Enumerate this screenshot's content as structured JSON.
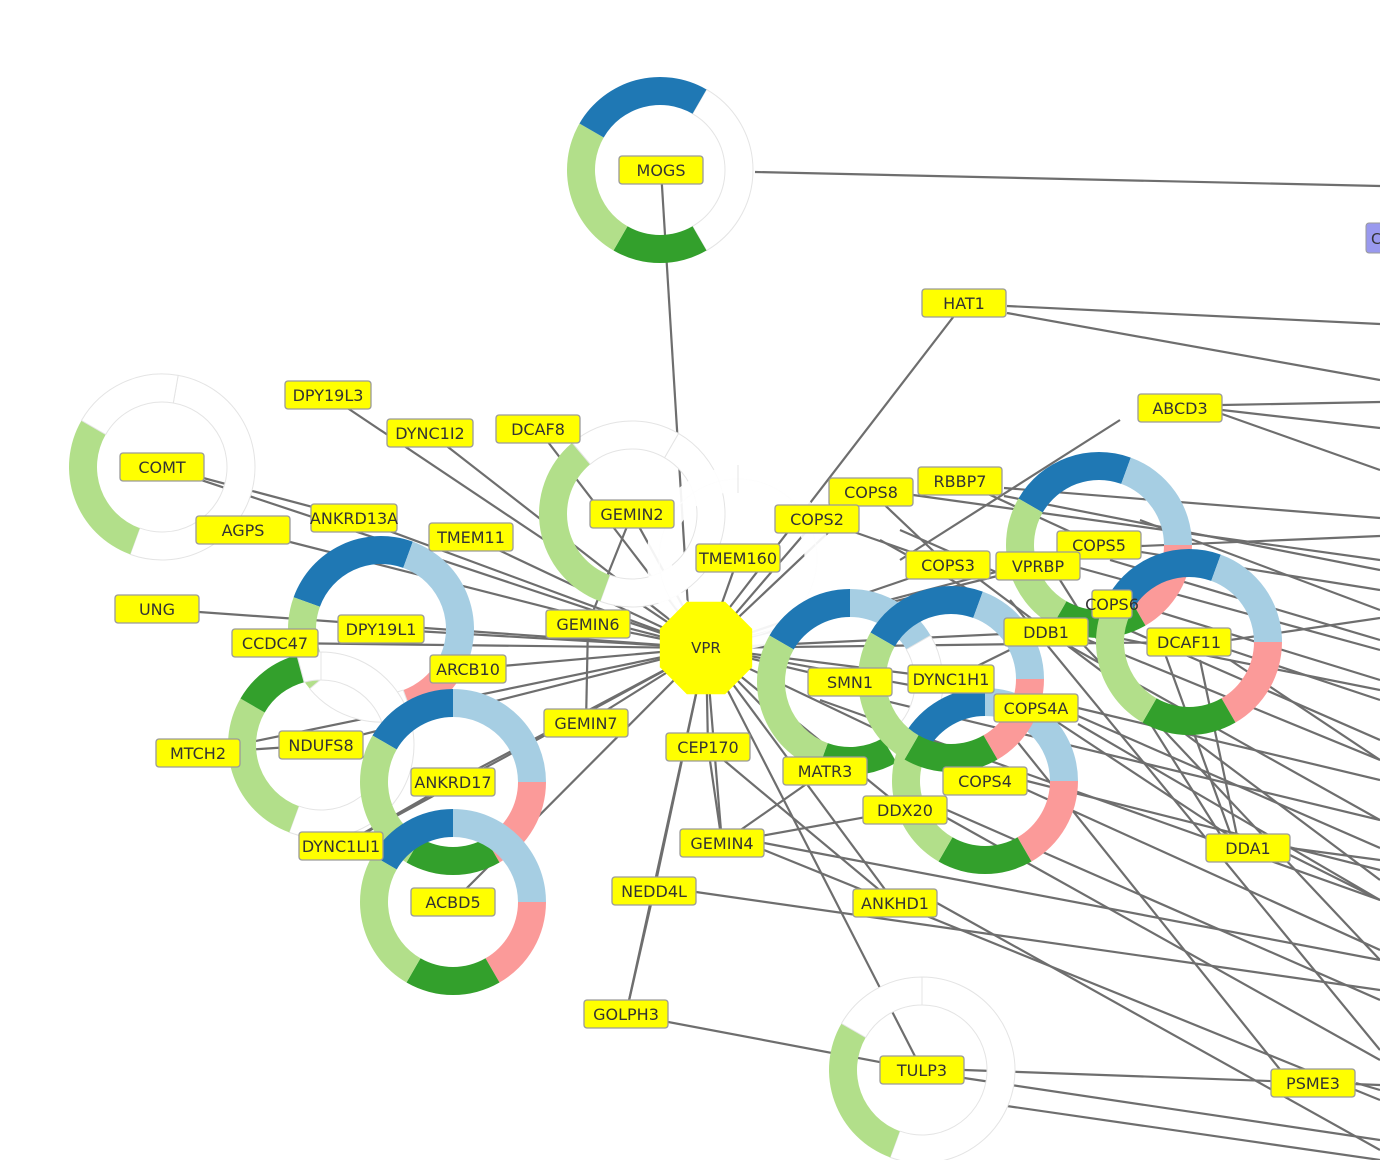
{
  "colors": {
    "background": "#ffffff",
    "edge": "#6e6e6e",
    "node_fill": "#ffff00",
    "node_border": "#9a9a9a",
    "node_text": "#333333",
    "cluster_node_fill": "#9999ee",
    "ring_dark_blue": "#1f78b4",
    "ring_light_blue": "#a6cee3",
    "ring_dark_green": "#33a02c",
    "ring_light_green": "#b2df8a",
    "ring_pink": "#fb9a99",
    "ring_empty": "#ffffff",
    "ring_empty_outline": "#e4e4e4"
  },
  "center_node": "VPR",
  "nodes": [
    "MOGS",
    "HAT1",
    "ABCD3",
    "DPY19L3",
    "DYNC1I2",
    "DCAF8",
    "COMT",
    "GEMIN2",
    "COPS8",
    "RBBP7",
    "AGPS",
    "ANKRD13A",
    "TMEM11",
    "COPS2",
    "COPS5",
    "TMEM160",
    "COPS3",
    "VPRBP",
    "UNG",
    "DPY19L1",
    "GEMIN6",
    "DDB1",
    "DCAF11",
    "CCDC47",
    "ARCB10",
    "SMN1",
    "DYNC1H1",
    "NDUFS8",
    "COPS4A",
    "MTCH2",
    "GEMIN7",
    "CEP170",
    "MATR3",
    "ANKRD17",
    "COPS4",
    "DDX20",
    "DYNC1LI1",
    "GEMIN4",
    "DDA1",
    "ACBD5",
    "NEDD4L",
    "ANKHD1",
    "GOLPH3",
    "TULP3",
    "PSME3",
    "VPR",
    "COPS6",
    "C"
  ]
}
